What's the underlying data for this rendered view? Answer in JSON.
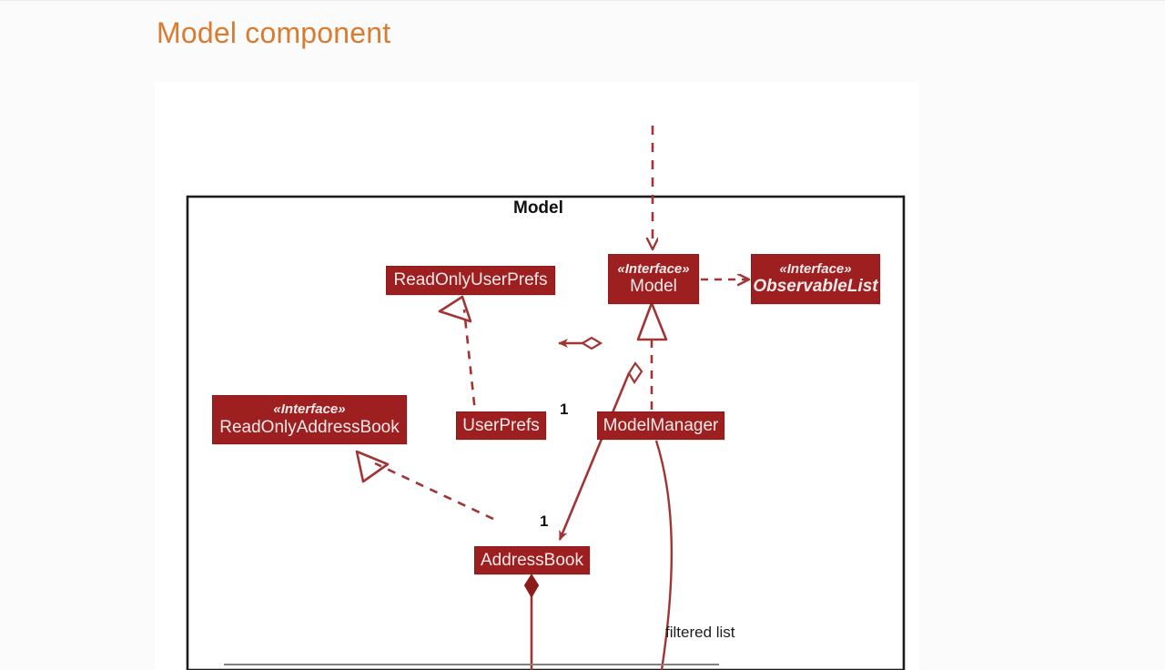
{
  "page": {
    "title": "Model component",
    "title_color": "#d97b30",
    "background": "#fbfbfb"
  },
  "diagram": {
    "type": "uml-class-diagram",
    "package_label": "Model",
    "box_fill": "#9e1f1f",
    "box_text_color": "#f2eaea",
    "line_color": "#a33434",
    "stereotype": "«Interface»",
    "nodes": [
      {
        "id": "readonlyuserprefs",
        "name": "ReadOnlyUserPrefs",
        "stereotype": "",
        "italic": false
      },
      {
        "id": "model",
        "name": "Model",
        "stereotype": "«Interface»",
        "italic": false
      },
      {
        "id": "observablelist",
        "name": "ObservableList",
        "stereotype": "«Interface»",
        "italic": true
      },
      {
        "id": "readonlyaddressbook",
        "name": "ReadOnlyAddressBook",
        "stereotype": "«Interface»",
        "italic": false
      },
      {
        "id": "userprefs",
        "name": "UserPrefs",
        "stereotype": "",
        "italic": false
      },
      {
        "id": "modelmanager",
        "name": "ModelManager",
        "stereotype": "",
        "italic": false
      },
      {
        "id": "addressbook",
        "name": "AddressBook",
        "stereotype": "",
        "italic": false
      }
    ],
    "labels": {
      "filtered_list": "filtered list",
      "mult_userprefs": "1",
      "mult_addressbook": "1"
    }
  }
}
